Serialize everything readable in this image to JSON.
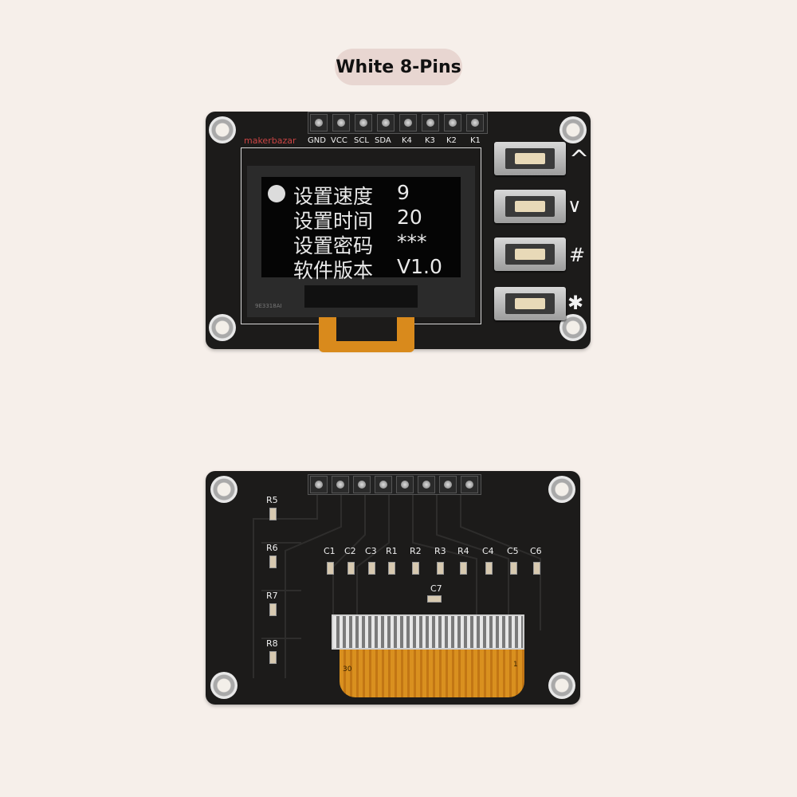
{
  "header": {
    "title": "White 8-Pins"
  },
  "front": {
    "brand": "makerbazar",
    "pin_labels": [
      "GND",
      "VCC",
      "SCL",
      "SDA",
      "K4",
      "K3",
      "K2",
      "K1"
    ],
    "button_symbols": [
      "^",
      "∨",
      "#",
      "✱"
    ],
    "chip_code": "9E3318AI",
    "menu": [
      {
        "label": "设置速度",
        "value": "9"
      },
      {
        "label": "设置时间",
        "value": "20"
      },
      {
        "label": "设置密码",
        "value": "***"
      },
      {
        "label": "软件版本",
        "value": "V1.0"
      }
    ]
  },
  "back": {
    "left_resistors": [
      "R5",
      "R6",
      "R7",
      "R8"
    ],
    "top_components": [
      "C1",
      "C2",
      "C3",
      "R1",
      "R2",
      "R3",
      "R4",
      "C4",
      "C5",
      "C6"
    ],
    "mid_component": "C7",
    "fpc_left": "30",
    "fpc_right": "1"
  }
}
